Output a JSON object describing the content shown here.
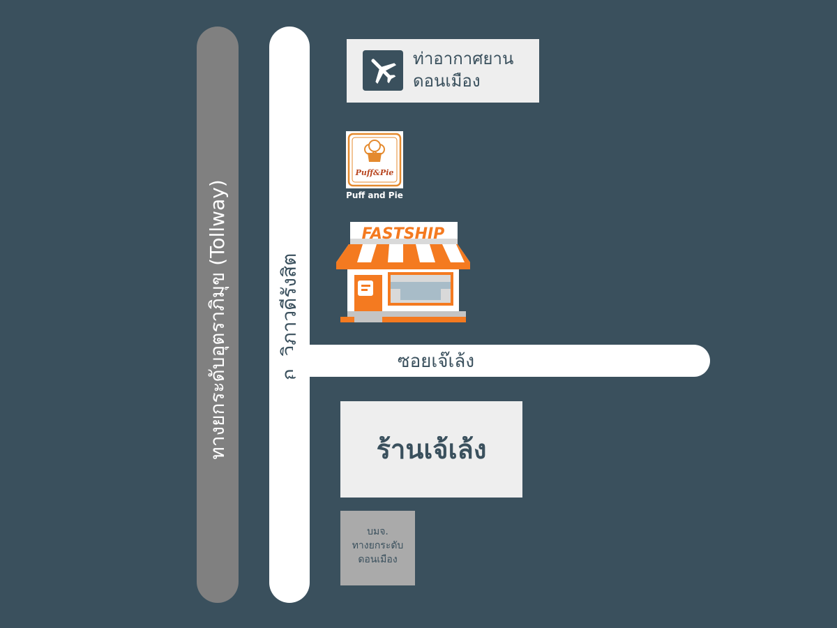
{
  "roads": {
    "tollway": "ทางยกระดับอุตราภิมุข (Tollway)",
    "vibhavadi": "ถ. วิภาวดีรังสิต",
    "soi": "ซอยเจ๊เล้ง"
  },
  "landmarks": {
    "airport": {
      "line1": "ท่าอากาศยาน",
      "line2": "ดอนเมือง",
      "icon": "airplane-icon"
    },
    "puff_and_pie": {
      "logo_text": "Puff&Pie",
      "caption": "Puff and Pie"
    },
    "fastship": {
      "sign": "FASTSHIP",
      "icon": "shop-icon"
    },
    "jae_leng": {
      "name": "ร้านเจ้เล้ง"
    },
    "company": {
      "line1": "บมจ.",
      "line2": "ทางยกระดับ",
      "line3": "ดอนเมือง"
    }
  },
  "colors": {
    "background": "#3a505d",
    "tollway": "#808080",
    "road": "#ffffff",
    "box": "#eeeeee",
    "accent": "#f47a20"
  }
}
